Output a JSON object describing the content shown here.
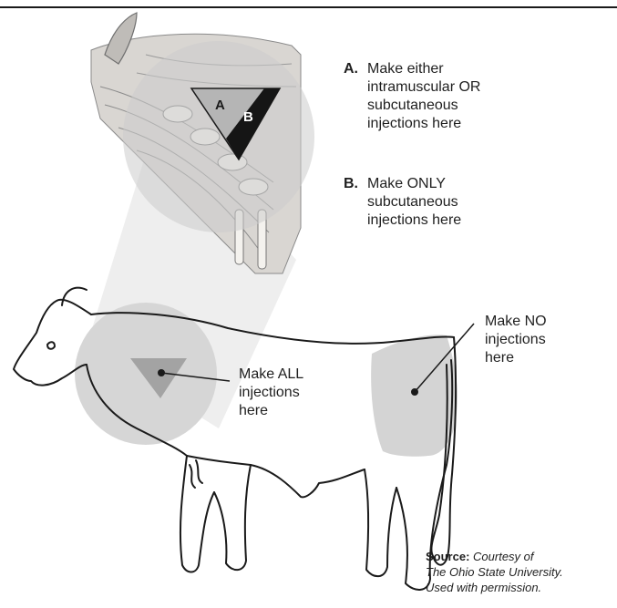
{
  "legend": {
    "a_letter": "A.",
    "a_text": "Make either\nintramuscular OR\nsubcutaneous\ninjections here",
    "b_letter": "B.",
    "b_text": "Make ONLY\nsubcutaneous\ninjections here"
  },
  "diagram": {
    "triangle_label_a": "A",
    "triangle_label_b": "B",
    "callout_all": "Make ALL\ninjections\nhere",
    "callout_no": "Make NO\ninjections\nhere"
  },
  "source": {
    "label": "Source:",
    "line1": "Courtesy of",
    "line2": "The Ohio State University.",
    "line3": "Used with permission."
  },
  "colors": {
    "zone_fill": "#dcdcdc",
    "triangle_fill": "#b8b8b8",
    "zone_b": "#1a1a1a",
    "outline": "#1a1a1a"
  }
}
